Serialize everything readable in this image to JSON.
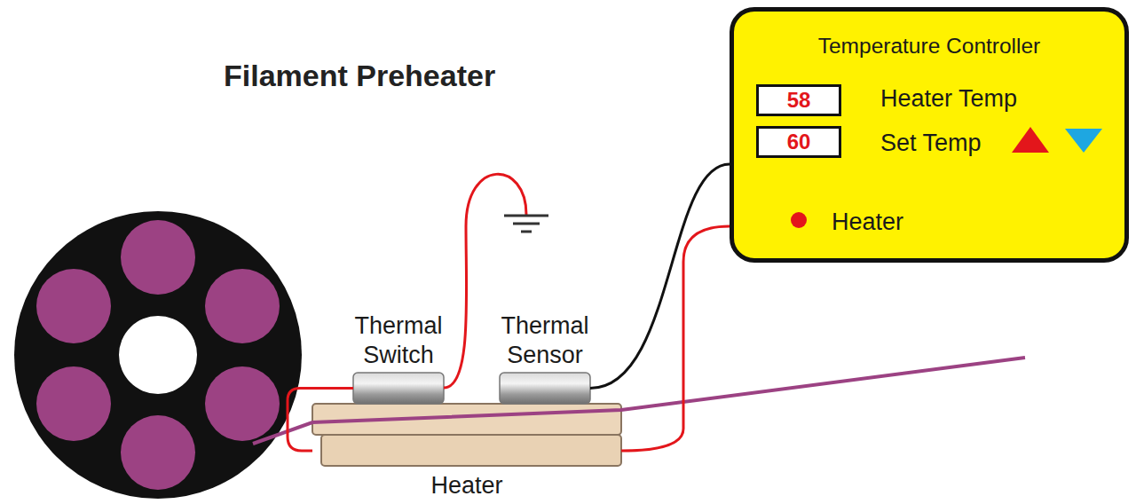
{
  "diagram": {
    "title": "Filament Preheater",
    "nodes": [
      {
        "text": [
          "Temperature Controller",
          "Heater Temp",
          "Set Temp",
          "Heater"
        ]
      },
      {
        "text": [
          "58"
        ],
        "in": 0
      },
      {
        "text": [
          "60"
        ],
        "in": 0
      },
      {
        "text": [
          "Thermal Switch"
        ]
      },
      {
        "text": [
          "Thermal Sensor"
        ]
      },
      {
        "text": [
          "Heater"
        ]
      }
    ],
    "edges": [
      {
        "from": 4,
        "to": 0,
        "arrow": "none"
      },
      {
        "from": 0,
        "to": 5,
        "arrow": "none"
      },
      {
        "from": 5,
        "to": 3,
        "arrow": "none"
      }
    ]
  }
}
